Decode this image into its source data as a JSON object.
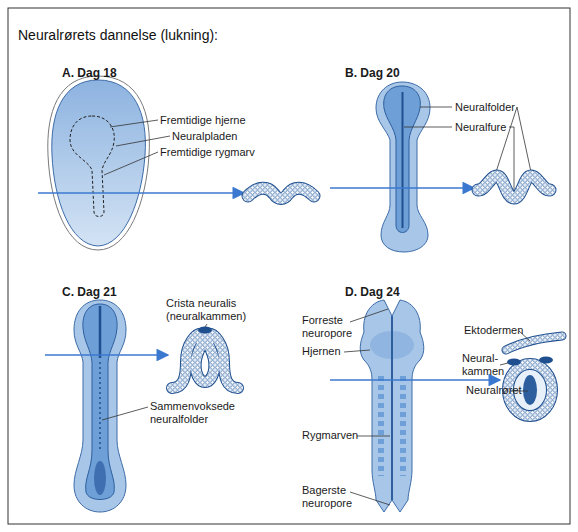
{
  "diagram": {
    "title": "Neuralrørets dannelse (lukning):",
    "labels": [
      "A. Dag 18",
      "Fremtidige hjerne",
      "Neuralpladen",
      "Fremtidige rygmarv",
      "B. Dag 20",
      "Neuralfolder",
      "Neuralfure",
      "C. Dag 21",
      "Crista neuralis (neuralkammen)",
      "Sammenvoksede neuralfolder",
      "D. Dag 24",
      "Forreste neuropore",
      "Hjernen",
      "Rygmarven",
      "Bagerste neuropore",
      "Ektodermen",
      "Neural- kammen",
      "Neuralrøret"
    ]
  }
}
